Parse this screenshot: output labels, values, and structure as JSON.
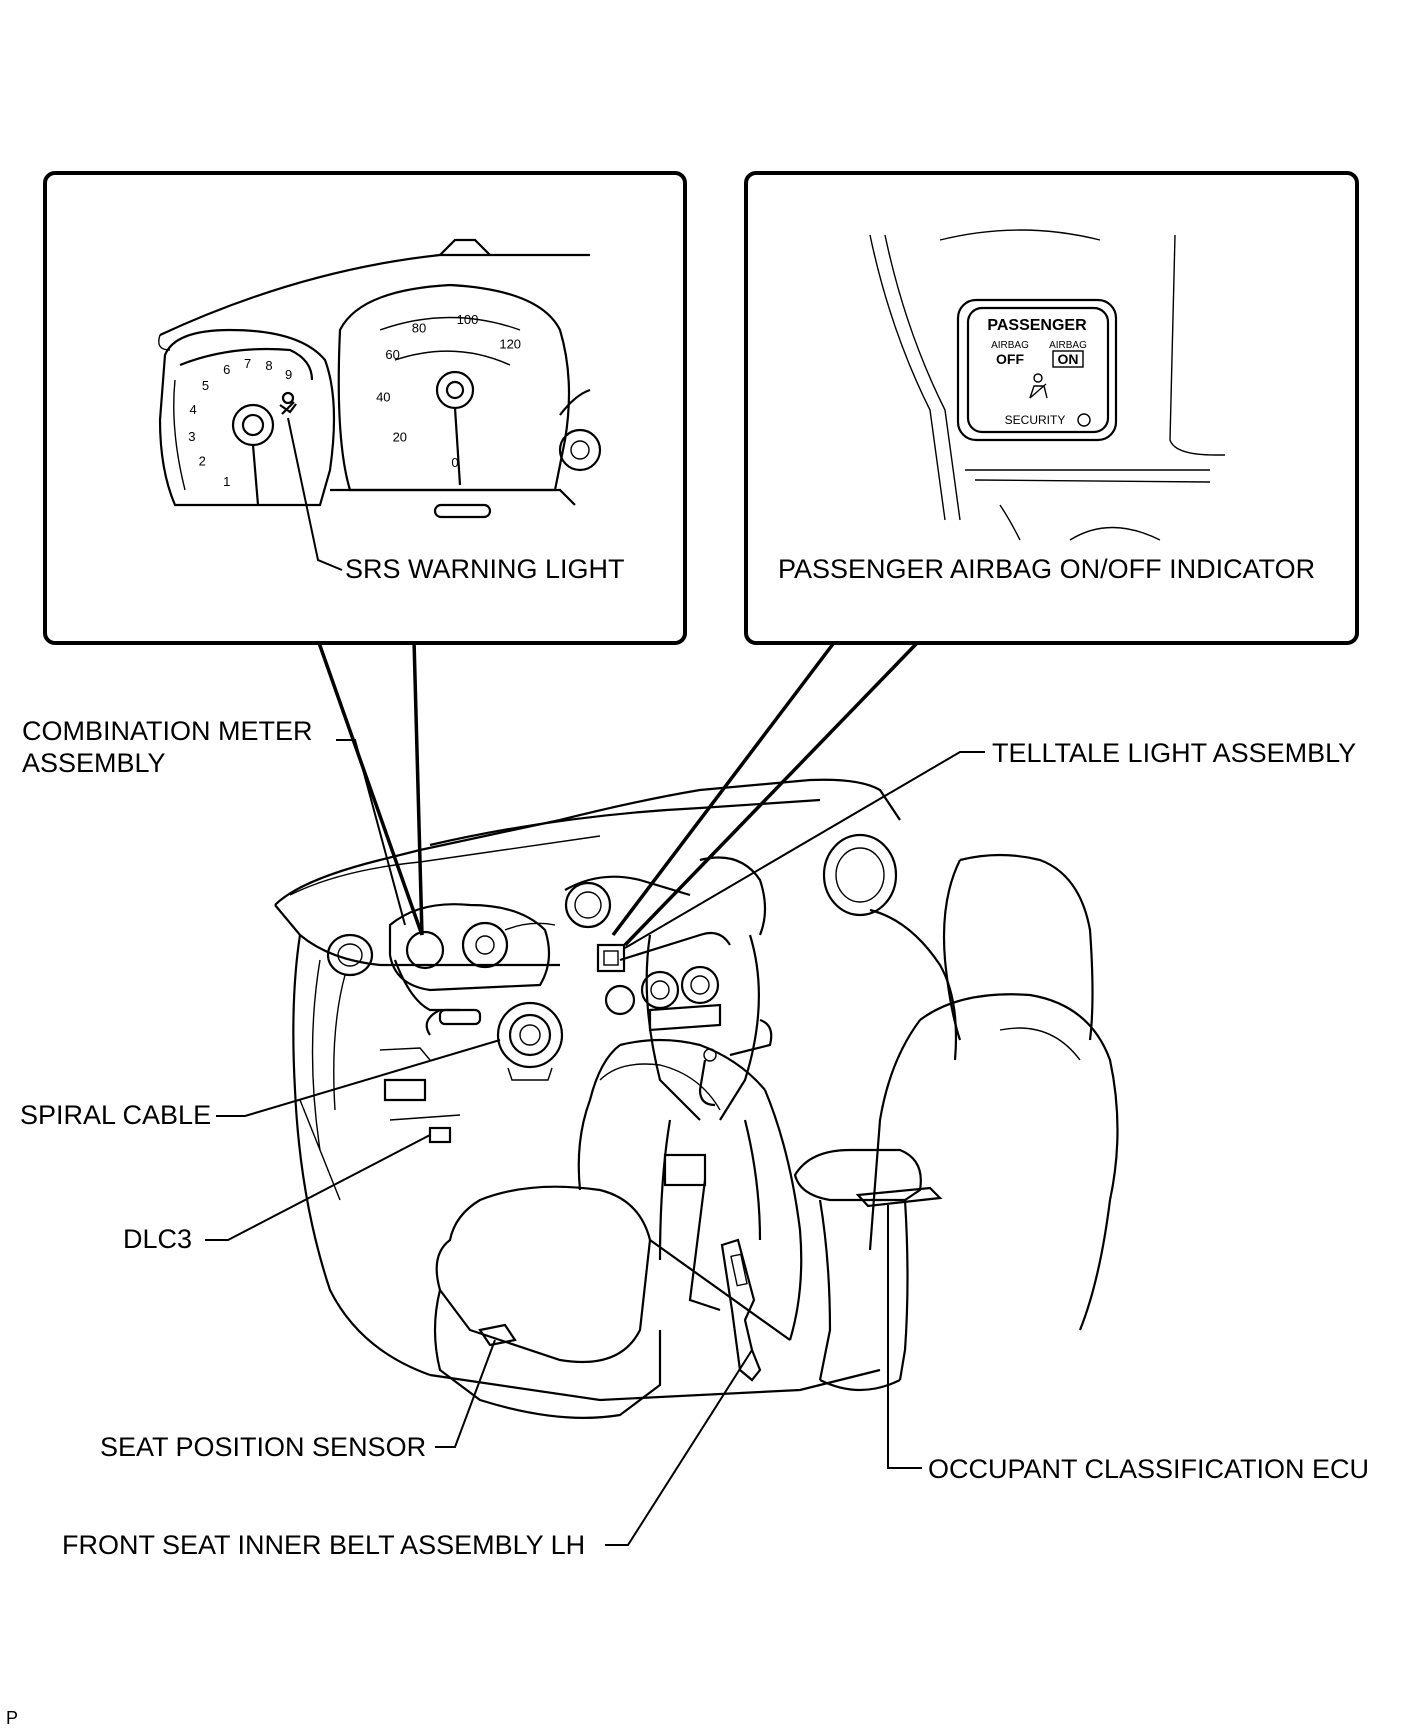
{
  "inset_left": {
    "callout": "SRS WARNING LIGHT",
    "tach_numbers": [
      "1",
      "2",
      "3",
      "4",
      "5",
      "6",
      "7",
      "8",
      "9"
    ],
    "speed_numbers": [
      "0",
      "20",
      "40",
      "60",
      "80",
      "100",
      "120"
    ]
  },
  "inset_right": {
    "callout": "PASSENGER AIRBAG ON/OFF INDICATOR",
    "panel_title": "PASSENGER",
    "airbag_left": "AIRBAG",
    "state_off": "OFF",
    "airbag_right": "AIRBAG",
    "state_on": "ON",
    "security": "SECURITY"
  },
  "labels": {
    "combination_meter_line1": "COMBINATION METER",
    "combination_meter_line2": "ASSEMBLY",
    "telltale": "TELLTALE LIGHT ASSEMBLY",
    "spiral_cable": "SPIRAL CABLE",
    "dlc3": "DLC3",
    "seat_position_sensor": "SEAT POSITION SENSOR",
    "front_seat_belt": "FRONT SEAT INNER BELT ASSEMBLY  LH",
    "occupant_ecu": "OCCUPANT CLASSIFICATION ECU"
  },
  "footer": "P"
}
